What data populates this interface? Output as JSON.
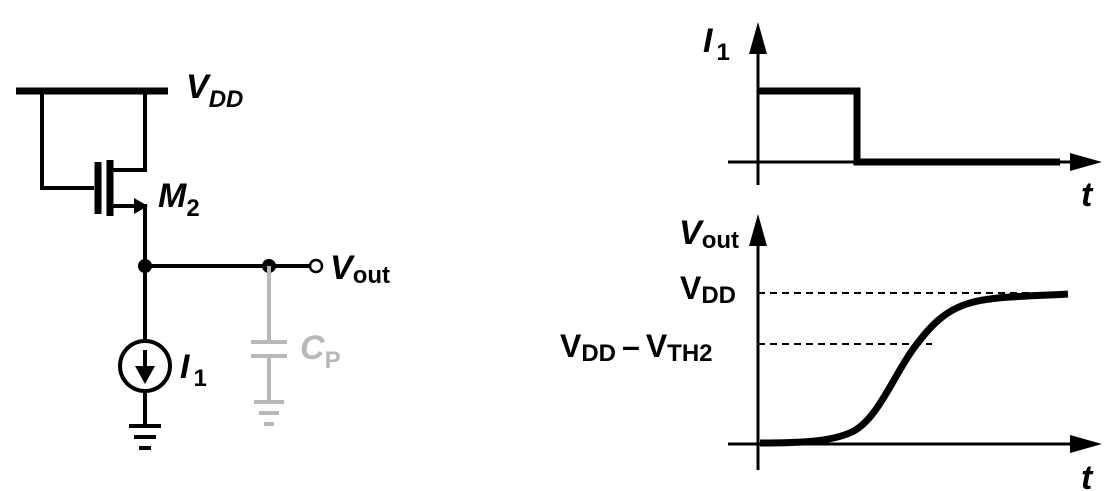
{
  "circuit": {
    "supply": {
      "main": "V",
      "sub": "DD"
    },
    "transistor": {
      "main": "M",
      "sub": "2"
    },
    "output": {
      "main": "V",
      "sub": "out"
    },
    "source": {
      "main": "I",
      "sub": "1"
    },
    "cap": {
      "main": "C",
      "sub": "P"
    }
  },
  "graph_top": {
    "y_axis": {
      "main": "I",
      "sub": "1"
    },
    "x_axis": "t"
  },
  "graph_bottom": {
    "y_axis": {
      "main": "V",
      "sub": "out"
    },
    "x_axis": "t",
    "level_high": {
      "main": "V",
      "sub": "DD"
    },
    "level_low": {
      "main1": "V",
      "sub1": "DD",
      "minus": "–",
      "main2": "V",
      "sub2": "TH2"
    }
  }
}
